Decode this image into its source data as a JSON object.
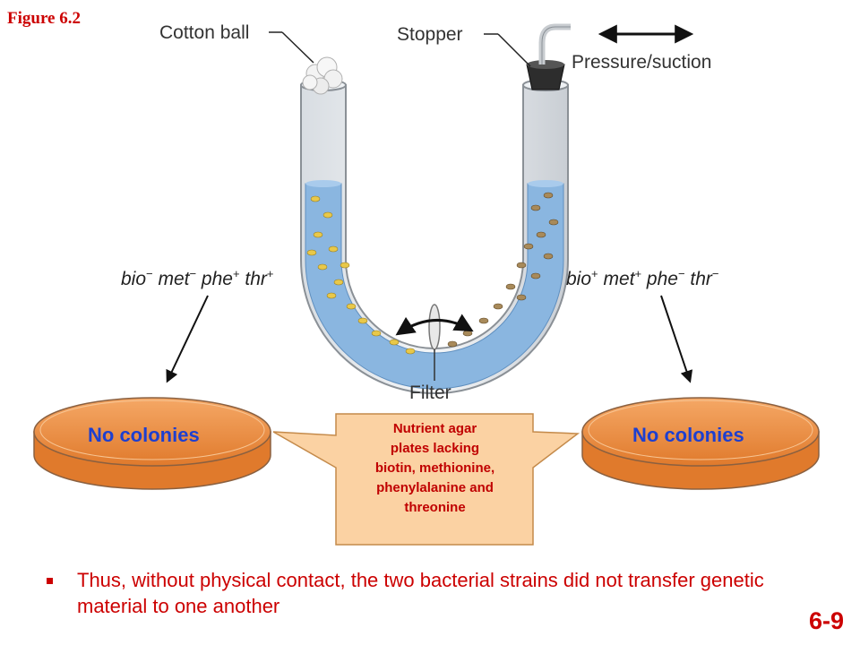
{
  "figure_label": "Figure 6.2",
  "labels": {
    "cotton_ball": "Cotton ball",
    "stopper": "Stopper",
    "pressure_suction": "Pressure/suction",
    "filter": "Filter"
  },
  "genotypes": {
    "left": [
      {
        "gene": "bio",
        "sign": "−"
      },
      {
        "gene": "met",
        "sign": "−"
      },
      {
        "gene": "phe",
        "sign": "+"
      },
      {
        "gene": "thr",
        "sign": "+"
      }
    ],
    "right": [
      {
        "gene": "bio",
        "sign": "+"
      },
      {
        "gene": "met",
        "sign": "+"
      },
      {
        "gene": "phe",
        "sign": "−"
      },
      {
        "gene": "thr",
        "sign": "−"
      }
    ]
  },
  "plates": {
    "left_label": "No colonies",
    "right_label": "No colonies"
  },
  "callout": {
    "lines": [
      "Nutrient agar",
      "plates lacking",
      "biotin, methionine,",
      "phenylalanine and",
      "threonine"
    ]
  },
  "bullet_text": "Thus, without physical contact, the two bacterial strains did not transfer genetic material to one another",
  "slide_number": "6-9",
  "colors": {
    "accent_red": "#cc0000",
    "plate_orange": "#e8843a",
    "liquid_blue": "#8ab6e0",
    "label_blue": "#1d3fd0"
  }
}
